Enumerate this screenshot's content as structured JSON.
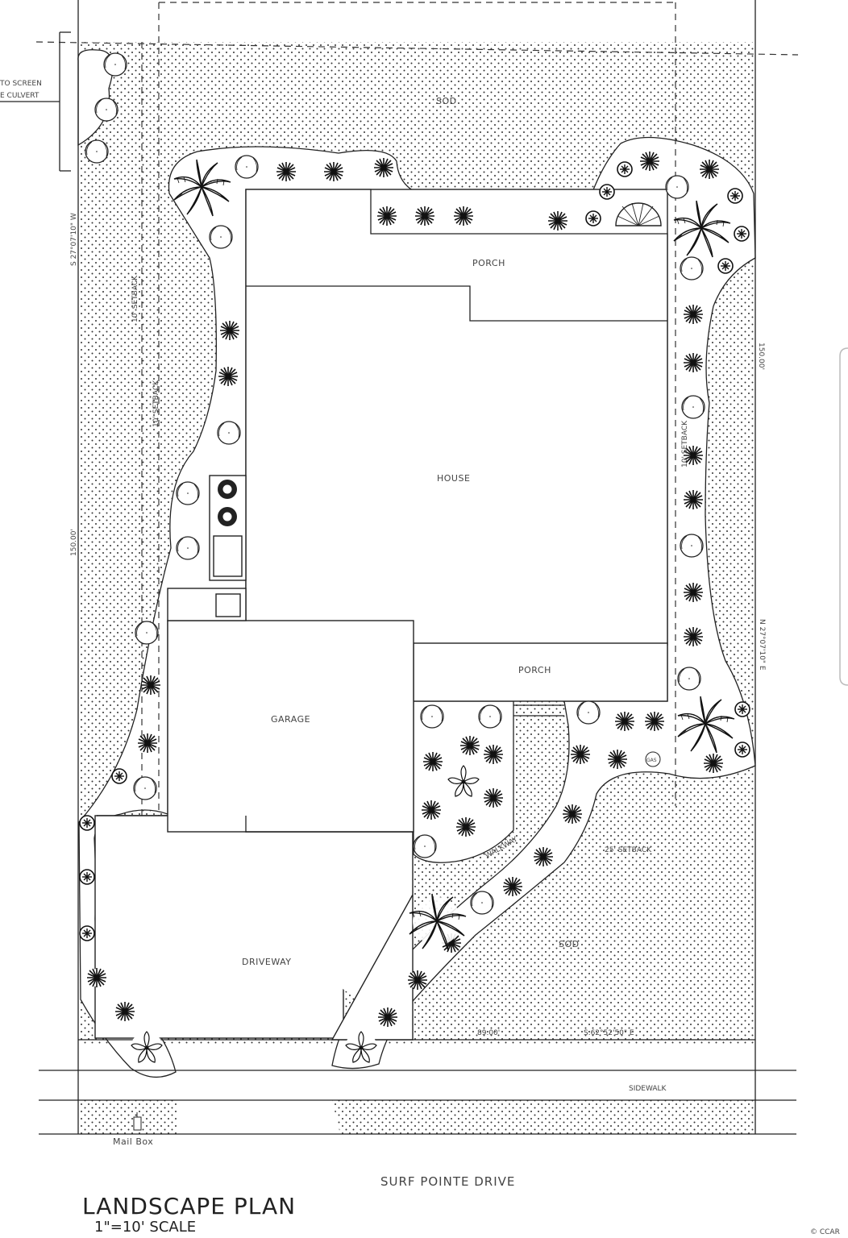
{
  "labels": {
    "sod_top": "SOD",
    "porch_top": "PORCH",
    "house": "HOUSE",
    "porch_bottom": "PORCH",
    "garage": "GARAGE",
    "walkway": "WALKWAY",
    "setback_front": "25' SETBACK",
    "sod_bottom": "SOD",
    "driveway": "DRIVEWAY",
    "dim_front": "89.00'",
    "bearing_front": "S.62°52'50\" E",
    "sidewalk": "SIDEWALK",
    "mailbox": "Mail Box",
    "street": "SURF POINTE DRIVE",
    "dim_left": "150.00'",
    "bearing_left": "S 27°07'10\" W",
    "setback_left": "10' SETBACK",
    "setback_left2": "10' SETBACK",
    "dim_right": "150.00'",
    "bearing_right": "N 27°07'10\" E",
    "setback_right": "10' SETBACK",
    "note_line1": "TO SCREEN",
    "note_line2": "E CULVERT",
    "gas": "GAS",
    "title": "LANDSCAPE PLAN",
    "scale": "1\"=10' SCALE",
    "watermark": "© CCAR"
  },
  "icons": {
    "round_shrub": "round-shrub-icon",
    "spiky_shrub": "spiky-shrub-icon",
    "palm": "palm-tree-icon",
    "sago": "sago-palm-icon",
    "small_shrub": "small-shrub-icon"
  }
}
